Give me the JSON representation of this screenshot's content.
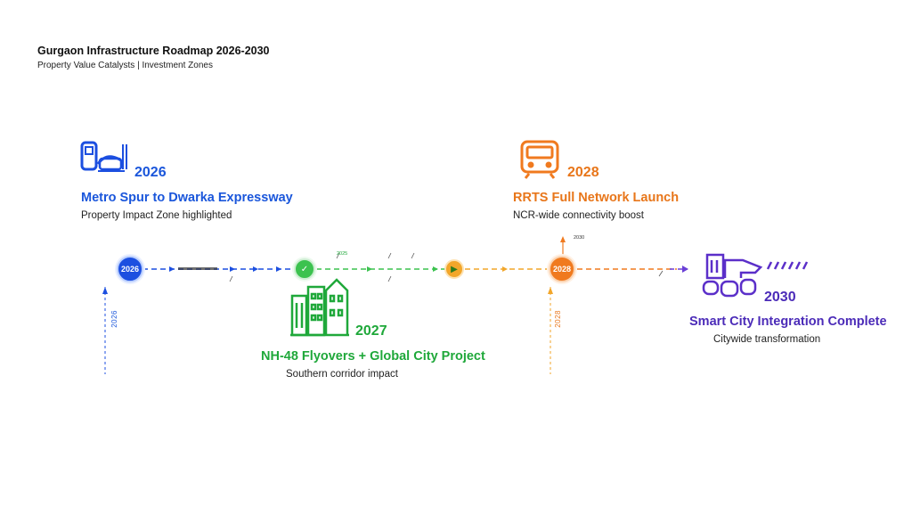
{
  "header": {
    "title": "Gurgaon Infrastructure Roadmap 2026-2030",
    "subtitle": "Property Value Catalysts | Investment Zones"
  },
  "milestones": [
    {
      "year": "2026",
      "node_label": "2026",
      "heading": "Metro Spur to Dwarka Expressway",
      "description": "Property Impact Zone highlighted",
      "icon": "metro-train-icon",
      "color": "#1a56db"
    },
    {
      "year": "2027",
      "node_label": "",
      "heading": "NH-48 Flyovers + Global City Project",
      "description": "Southern corridor impact",
      "icon": "city-buildings-icon",
      "color": "#1fa83a"
    },
    {
      "year": "2028",
      "node_label": "2028",
      "heading": "RRTS Full Network Launch",
      "description": "NCR-wide connectivity boost",
      "icon": "rrts-train-icon",
      "color": "#e8761a"
    },
    {
      "year": "2030",
      "node_label": "",
      "heading": "Smart City Integration Complete",
      "description": "Citywide transformation",
      "icon": "smart-city-icon",
      "color": "#5b2fc9"
    }
  ],
  "timeline_annotations": {
    "green_top": "2025",
    "orange_top": "2030",
    "blue_vertical": "2026",
    "orange_vertical": "2028"
  }
}
